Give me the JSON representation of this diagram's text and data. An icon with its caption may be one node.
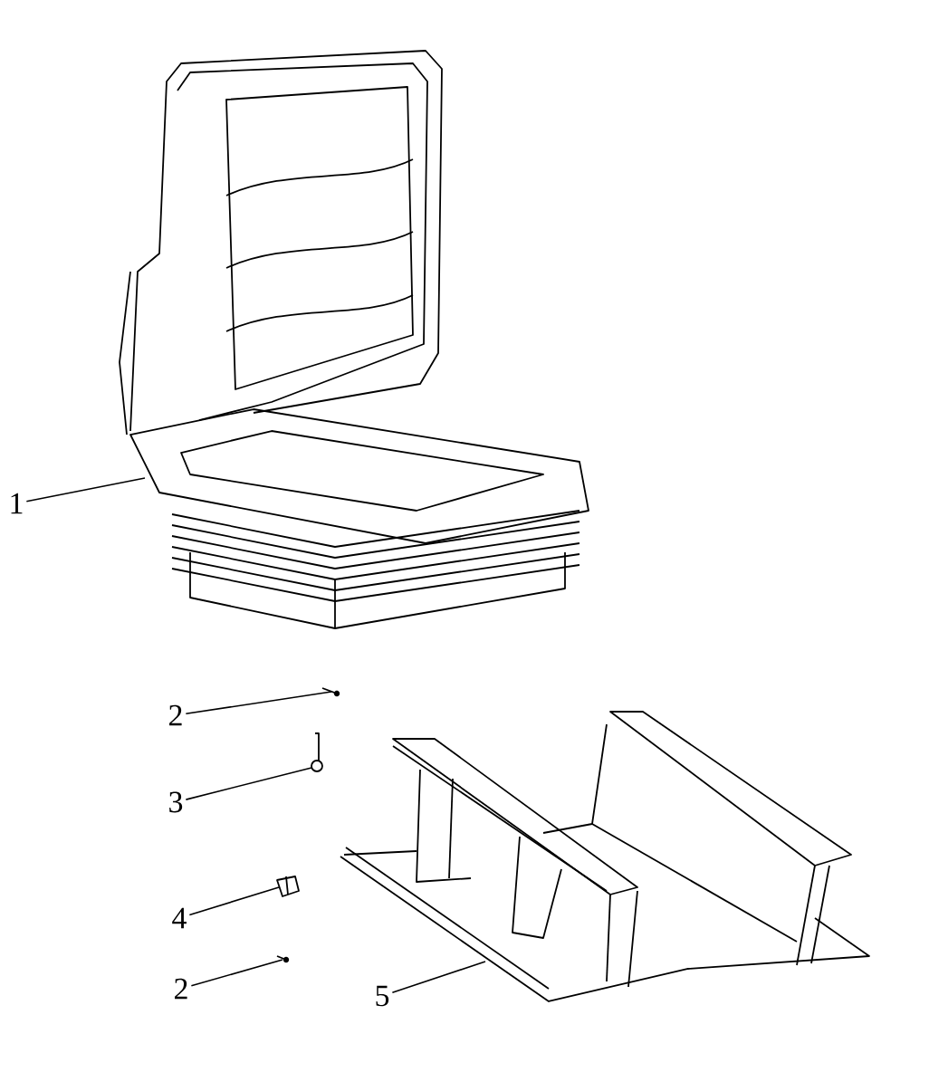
{
  "diagram": {
    "nodes": [
      {
        "text": [
          "1"
        ]
      },
      {
        "text": [],
        "shape": "picture"
      },
      {
        "text": [
          "2"
        ]
      },
      {
        "text": [],
        "shape": "picture"
      },
      {
        "text": [
          "3"
        ]
      },
      {
        "text": [],
        "shape": "picture"
      },
      {
        "text": [
          "4"
        ]
      },
      {
        "text": [],
        "shape": "picture"
      },
      {
        "text": [
          "2"
        ]
      },
      {
        "text": [],
        "shape": "picture"
      },
      {
        "text": [
          "5"
        ]
      },
      {
        "text": [],
        "shape": "picture"
      }
    ],
    "edges": [
      {
        "from": 0,
        "to": 1,
        "arrow": "none"
      },
      {
        "from": 2,
        "to": 3,
        "arrow": "none"
      },
      {
        "from": 4,
        "to": 5,
        "arrow": "none"
      },
      {
        "from": 6,
        "to": 7,
        "arrow": "none"
      },
      {
        "from": 8,
        "to": 9,
        "arrow": "none"
      },
      {
        "from": 10,
        "to": 11,
        "arrow": "none"
      }
    ]
  }
}
